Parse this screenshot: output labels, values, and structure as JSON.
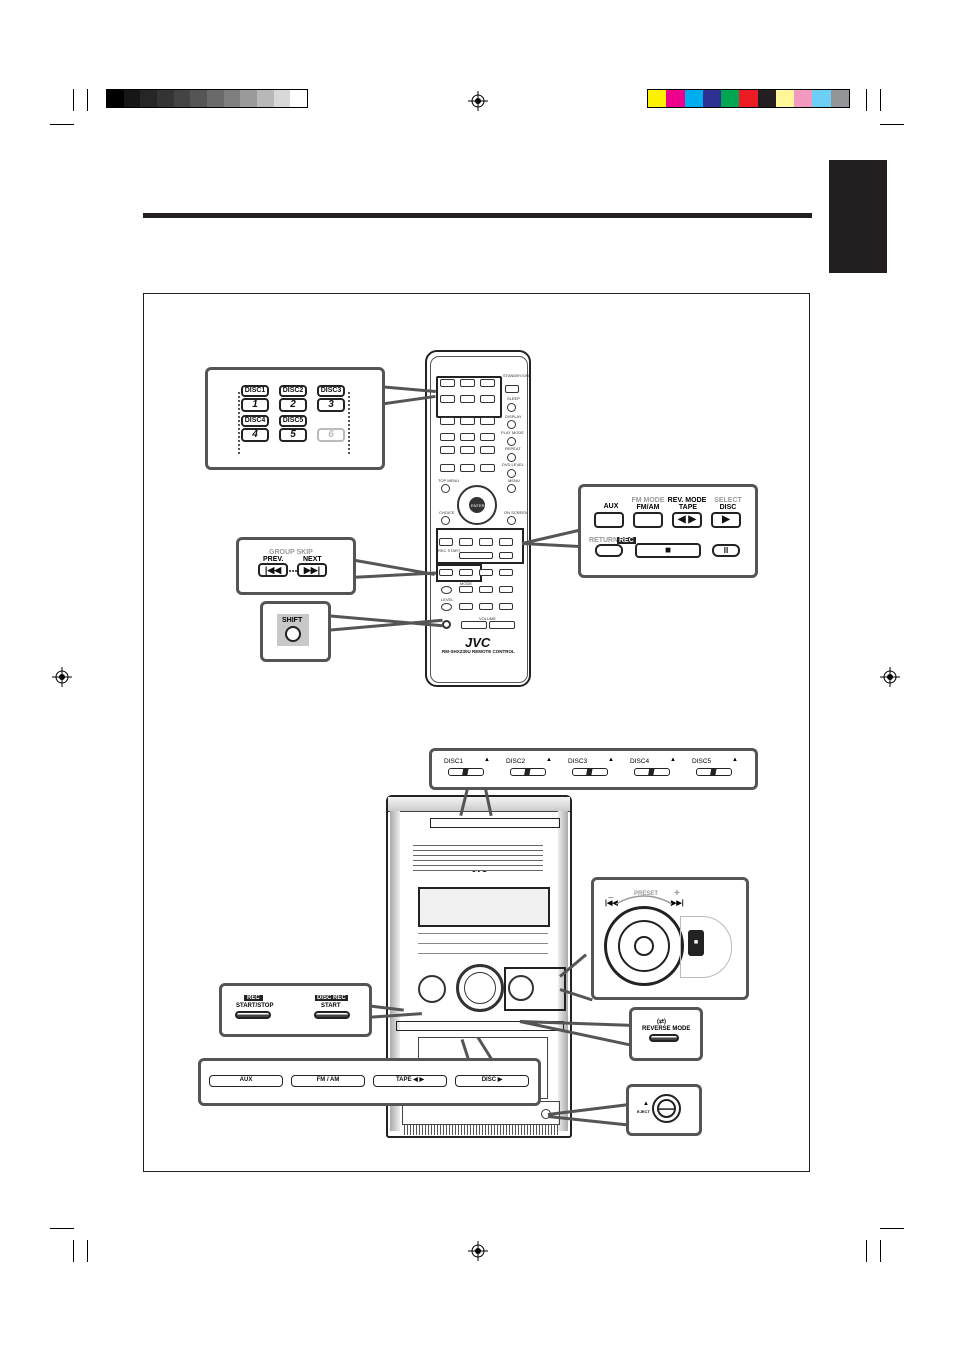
{
  "colors": {
    "gray_bar": [
      "#000000",
      "#161616",
      "#262626",
      "#343434",
      "#444444",
      "#555555",
      "#6a6a6a",
      "#7f7f7f",
      "#9a9a9a",
      "#b8b8b8",
      "#d8d8d8",
      "#ffffff"
    ],
    "color_bar": [
      "#fff200",
      "#ec008c",
      "#00aeef",
      "#2e3192",
      "#00a651",
      "#ed1c24",
      "#231f20",
      "#fff799",
      "#f49ac1",
      "#6dcff6",
      "#939598"
    ],
    "rule": "#231f20",
    "callout_border": "#555555"
  },
  "remote": {
    "disc_keys": [
      {
        "label": "DISC1",
        "num": "1"
      },
      {
        "label": "DISC2",
        "num": "2"
      },
      {
        "label": "DISC3",
        "num": "3"
      },
      {
        "label": "DISC4",
        "num": "4"
      },
      {
        "label": "DISC5",
        "num": "5"
      },
      {
        "label": "",
        "num": "6"
      }
    ],
    "group_skip": {
      "title": "GROUP SKIP",
      "prev": "PREV.",
      "next": "NEXT",
      "prev_symbol": "|◀◀",
      "next_symbol": "▶▶|"
    },
    "shift_label": "SHIFT",
    "source_keys": {
      "aux": "AUX",
      "fm_mode": "FM MODE",
      "fm_am": "FM/AM",
      "rev_mode": "REV. MODE",
      "tape": "TAPE",
      "select": "SELECT",
      "disc": "DISC",
      "return": "RETURN",
      "rec": "REC",
      "tape_symbol": "◀ ▶",
      "disc_symbol": "▶",
      "stop_symbol": "■",
      "pause_symbol": "II"
    },
    "brand": "JVC",
    "model": "RM-SHXZ30U REMOTE CONTROL",
    "small_labels": {
      "standby": "STANDBY/ON",
      "sleep": "SLEEP",
      "display": "DISPLAY",
      "repeat": "REPEAT",
      "play_mode": "PLAY MODE",
      "dvd_level": "DVD LEVEL",
      "top_menu": "TOP MENU",
      "menu": "MENU",
      "enter": "ENTER",
      "choice": "CHOICE",
      "on_screen": "ON SCREEN",
      "volume": "VOLUME",
      "rec_start": "REC START",
      "level": "LEVEL",
      "mode": "MODE"
    }
  },
  "unit": {
    "disc_labels": [
      "DISC1",
      "DISC2",
      "DISC3",
      "DISC4",
      "DISC5"
    ],
    "eject_symbol": "▲",
    "preset": {
      "label": "PRESET",
      "minus": "−",
      "plus": "+"
    },
    "rec_start_stop": {
      "badge": "REC",
      "label": "START/STOP"
    },
    "disc_rec_start": {
      "badge": "DISC REC",
      "label": "START"
    },
    "reverse_mode": {
      "symbol": "(⇄)",
      "label": "REVERSE MODE"
    },
    "source_buttons": [
      "AUX",
      "FM / AM",
      "TAPE ◀ ▶",
      "DISC ▶"
    ],
    "eject_label": "EJECT",
    "brand": "JVC"
  }
}
